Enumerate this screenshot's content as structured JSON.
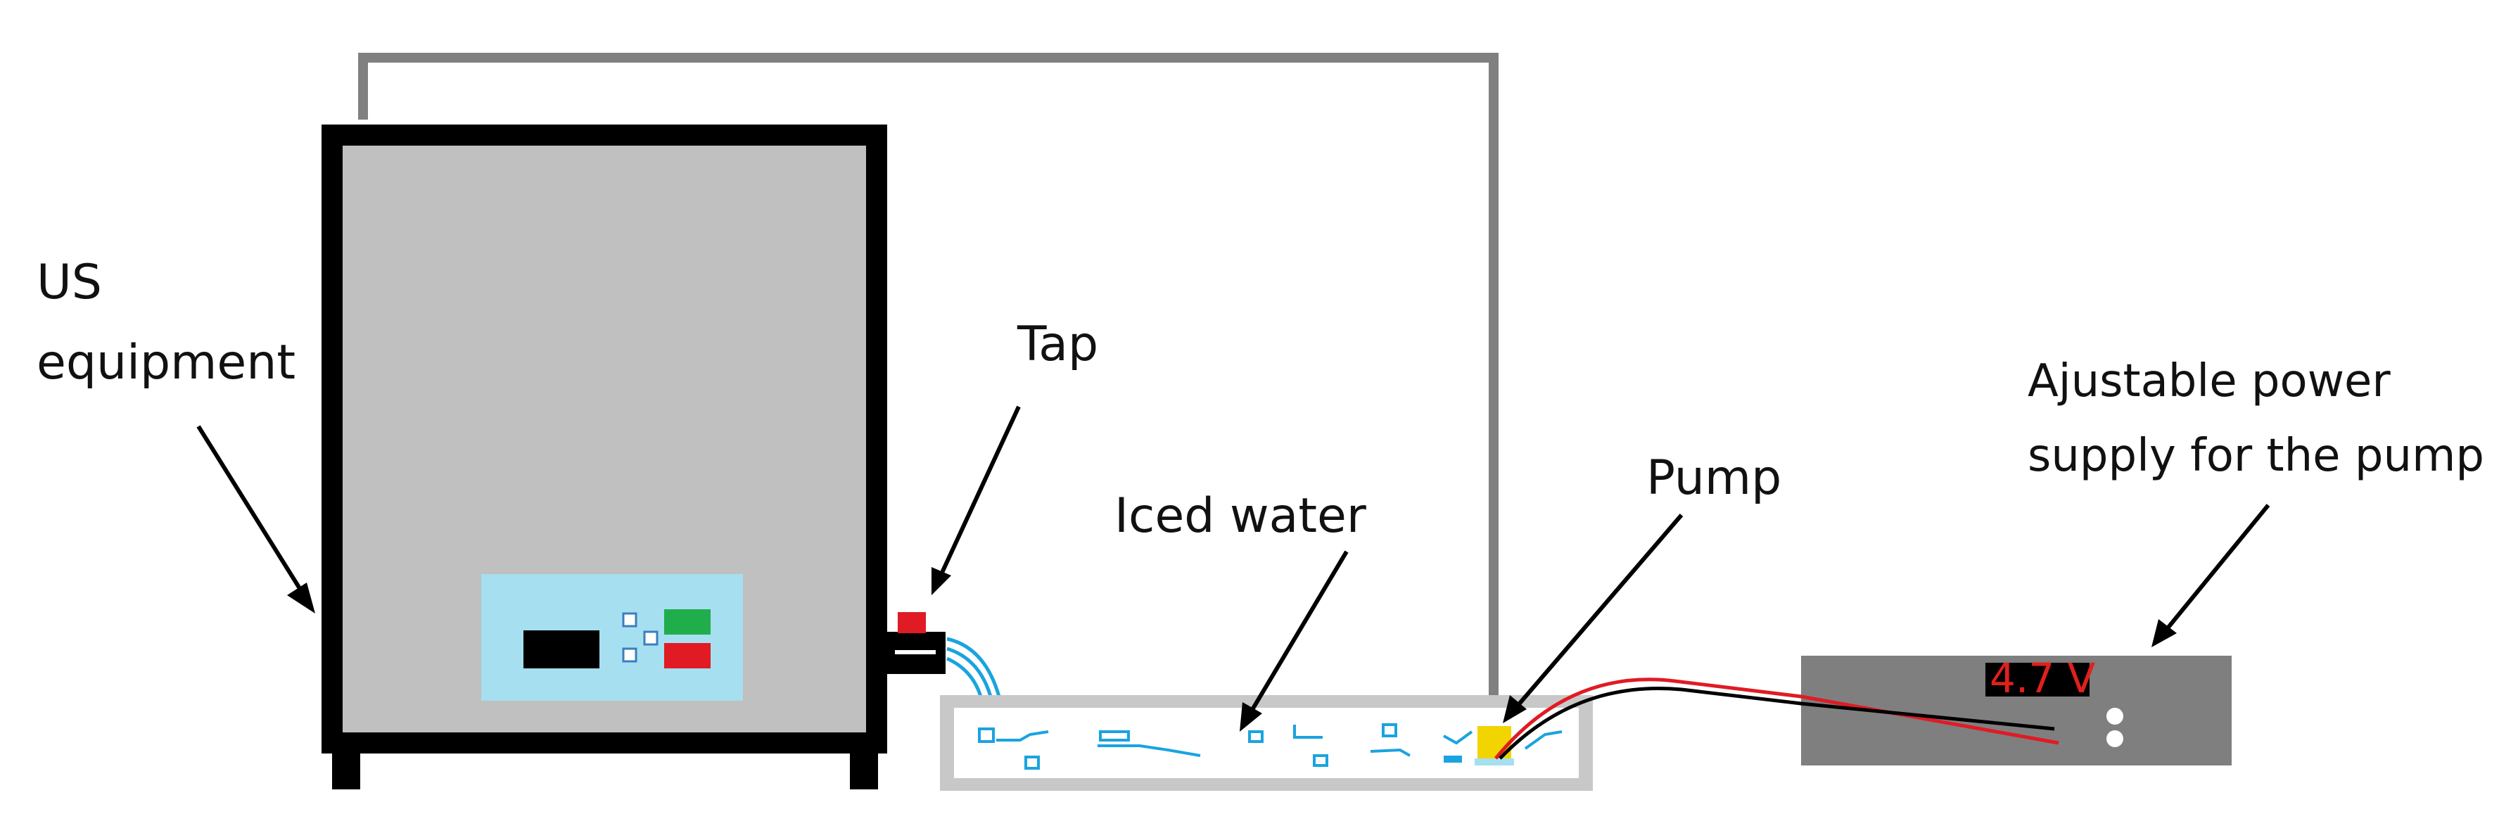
{
  "labels": {
    "us_equipment_line1": "US",
    "us_equipment_line2": "equipment",
    "tap": "Tap",
    "iced_water": "Iced water",
    "pump": "Pump",
    "power_supply_line1": "Ajustable power",
    "power_supply_line2": "supply for the pump"
  },
  "power_supply": {
    "display": "4.7 V"
  },
  "colors": {
    "cabinet_fill": "#c0c0c0",
    "cabinet_frame": "#000000",
    "control_panel": "#a6dff0",
    "green_button": "#1fae4b",
    "red_button": "#e01b24",
    "tube": "#808080",
    "water_lines": "#1aa3e0",
    "pump": "#f2d400",
    "power_supply_body": "#7f7f7f",
    "display_text": "#e0201c",
    "wire_red": "#e01b24",
    "wire_black": "#000000"
  }
}
